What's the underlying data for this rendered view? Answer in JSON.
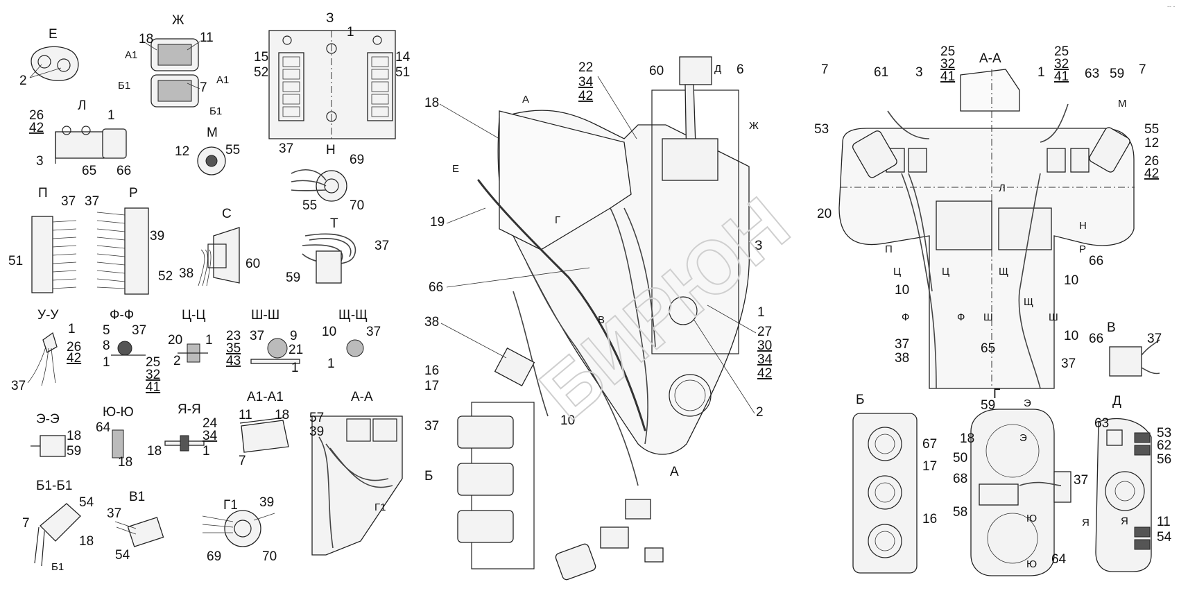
{
  "corner_mark": "-- -",
  "views": {
    "E": "Е",
    "ZH": "Ж",
    "Z": "З",
    "L": "Л",
    "M": "М",
    "N": "Н",
    "P": "П",
    "R": "Р",
    "S": "С",
    "T": "Т",
    "UU": "У-У",
    "FF": "Ф-Ф",
    "TsTs": "Ц-Ц",
    "ShSh": "Ш-Ш",
    "ShchShch": "Щ-Щ",
    "EE": "Э-Э",
    "YuYu": "Ю-Ю",
    "YaYa": "Я-Я",
    "A1A1": "А1-А1",
    "AA_left": "А-А",
    "B1B1": "Б1-Б1",
    "V1": "В1",
    "G1": "Г1",
    "AA_right": "А-А",
    "B": "Б",
    "G": "Г",
    "D": "Д",
    "V": "В"
  },
  "markers": {
    "A1": "А1",
    "B1": "Б1",
    "A": "А",
    "D": "Д",
    "ZH": "Ж",
    "E": "Е",
    "G": "Г",
    "Z": "З",
    "B": "Б",
    "M": "М",
    "L": "Л",
    "N": "Н",
    "P": "П",
    "R": "Р",
    "Ts": "Ц",
    "F": "Ф",
    "Sh": "Ш",
    "Shch": "Щ",
    "V": "В",
    "G1": "Г1",
    "V1": "В1",
    "E2": "Э",
    "Yu": "Ю",
    "Ya": "Я"
  },
  "numbers": {
    "n1": "1",
    "n2": "2",
    "n3": "3",
    "n5": "5",
    "n6": "6",
    "n7": "7",
    "n8": "8",
    "n9": "9",
    "n10": "10",
    "n11": "11",
    "n12": "12",
    "n14": "14",
    "n15": "15",
    "n16": "16",
    "n17": "17",
    "n18": "18",
    "n19": "19",
    "n20": "20",
    "n21": "21",
    "n22": "22",
    "n23": "23",
    "n24": "24",
    "n25": "25",
    "n26": "26",
    "n27": "27",
    "n30": "30",
    "n32": "32",
    "n34": "34",
    "n35": "35",
    "n37": "37",
    "n38": "38",
    "n39": "39",
    "n41": "41",
    "n42": "42",
    "n43": "43",
    "n50": "50",
    "n51": "51",
    "n52": "52",
    "n53": "53",
    "n54": "54",
    "n55": "55",
    "n56": "56",
    "n57": "57",
    "n58": "58",
    "n59": "59",
    "n60": "60",
    "n61": "61",
    "n62": "62",
    "n63": "63",
    "n64": "64",
    "n65": "65",
    "n66": "66",
    "n67": "67",
    "n68": "68",
    "n69": "69",
    "n70": "70"
  },
  "watermark": "БИРЮН"
}
